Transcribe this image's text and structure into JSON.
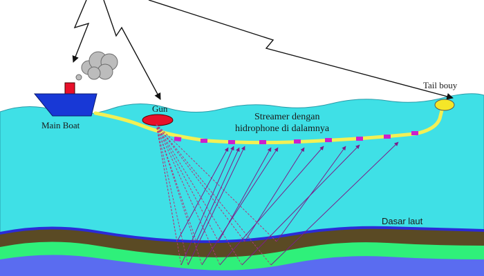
{
  "labels": {
    "main_boat": "Main Boat",
    "gun": "Gun",
    "tail_buoy": "Tail bouy",
    "streamer_line1": "Streamer dengan",
    "streamer_line2": "hidrophone di dalamnya",
    "seabed": "Dasar laut"
  },
  "colors": {
    "sky": "#ffffff",
    "sea": "#3fe0e6",
    "boat_hull": "#1838d6",
    "boat_cabin": "#e8102a",
    "smoke": "#bcbcbc",
    "gun": "#e8102a",
    "buoy": "#f5e628",
    "streamer": "#f2f055",
    "hydrophone": "#cc1fcc",
    "ray_down": "#b03a7a",
    "ray_up": "#7a1f8a",
    "layer_dark_blue": "#2b2bd6",
    "layer_brown": "#5a4a24",
    "layer_green": "#2ff07a",
    "layer_blue": "#5a6cf0"
  },
  "icons": {
    "boat": "ship-icon",
    "smoke": "smoke-cloud-icon",
    "gun": "airgun-icon",
    "buoy": "buoy-icon",
    "satellite_signal": "lightning-arrow-icon"
  }
}
